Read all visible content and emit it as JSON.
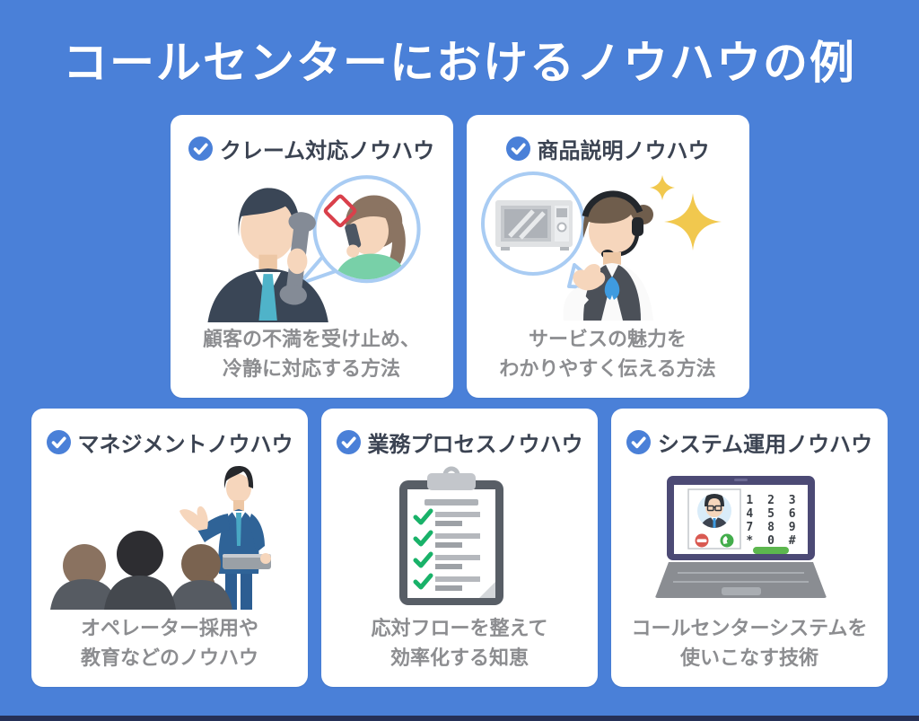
{
  "page": {
    "title": "コールセンターにおけるノウハウの例",
    "colors": {
      "background": "#4a80d8",
      "card": "#ffffff",
      "title_text": "#ffffff",
      "card_title_text": "#3b4352",
      "desc_text": "#8c8d90",
      "check_badge": "#4a80d8",
      "bubble_outline": "#a9ccf3",
      "anger_mark": "#d9404b",
      "sparkle": "#f1c84e",
      "checklist_check": "#19b269",
      "bottom_bar": "#253057"
    }
  },
  "cards": [
    {
      "title": "クレーム対応ノウハウ",
      "desc": [
        "顧客の不満を受け止め、",
        "冷静に対応する方法"
      ],
      "illustration": "agent-on-phone-with-angry-customer-in-speech-bubble"
    },
    {
      "title": "商品説明ノウハウ",
      "desc": [
        "サービスの魅力を",
        "わかりやすく伝える方法"
      ],
      "illustration": "headset-operator-explaining-microwave-in-speech-bubble-with-sparkles"
    },
    {
      "title": "マネジメントノウハウ",
      "desc": [
        "オペレーター採用や",
        "教育などのノウハウ"
      ],
      "illustration": "trainer-presenting-to-three-listeners"
    },
    {
      "title": "業務プロセスノウハウ",
      "desc": [
        "応対フローを整えて",
        "効率化する知恵"
      ],
      "illustration": "clipboard-checklist-with-green-checks"
    },
    {
      "title": "システム運用ノウハウ",
      "desc": [
        "コールセンターシステムを",
        "使いこなす技術"
      ],
      "illustration": "laptop-call-app-with-dialpad",
      "dialpad_rows": [
        "1 2 3",
        "4 5 6",
        "7 8 9",
        "* 0 #"
      ]
    }
  ]
}
